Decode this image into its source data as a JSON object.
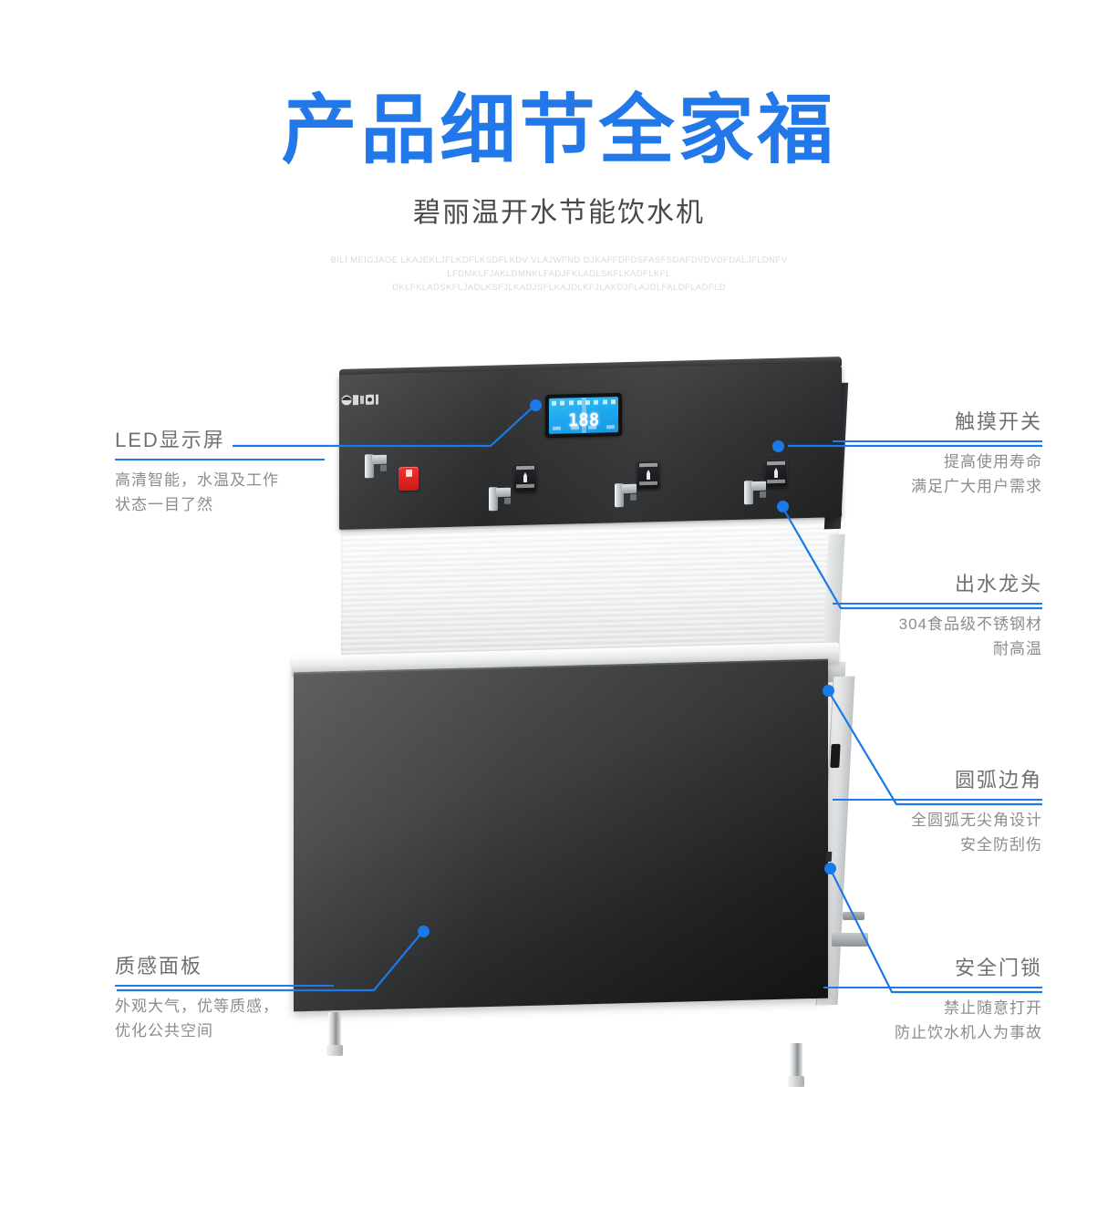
{
  "header": {
    "title": "产品细节全家福",
    "subtitle": "碧丽温开水节能饮水机",
    "latin_lines": [
      "BILI MEIGJAOE LKAJEKLJFLKDFLKSDFLKDV VLAJWFND  DJKAFFDFDSFASFSDAFDVDVDFDALJFLDNFV",
      "LFDMKLFJAKLDMNKLFADJFKLADLSKFLKADFLKFL",
      "DKLFKLADSKFLJADLKSFJLKADJSFLKAJDLKFJLAKDJFLAJDLFALDFLADFLD"
    ]
  },
  "product": {
    "brand_logo": "bili-logo",
    "lcd": {
      "digits": "188",
      "label": "lcd-display"
    },
    "red_button": "hot-water-safety-button",
    "touch_switches": [
      "touch-switch-1",
      "touch-switch-2",
      "touch-switch-3"
    ],
    "faucets": [
      "faucet-1",
      "faucet-2",
      "faucet-3",
      "faucet-4"
    ],
    "legs": [
      "adjustable-leg-left",
      "adjustable-leg-right"
    ]
  },
  "callouts": [
    {
      "id": "led-display",
      "title": "LED显示屏",
      "lines": [
        "高清智能，水温及工作",
        "状态一目了然"
      ]
    },
    {
      "id": "touch-switch",
      "title": "触摸开关",
      "lines": [
        "提高使用寿命",
        "满足广大用户需求"
      ]
    },
    {
      "id": "water-faucet",
      "title": "出水龙头",
      "lines": [
        "304食品级不锈钢材",
        "耐高温"
      ]
    },
    {
      "id": "rounded-corner",
      "title": "圆弧边角",
      "lines": [
        "全圆弧无尖角设计",
        "安全防刮伤"
      ]
    },
    {
      "id": "texture-panel",
      "title": "质感面板",
      "lines": [
        "外观大气，优等质感，",
        "优化公共空间"
      ]
    },
    {
      "id": "safety-door-lock",
      "title": "安全门锁",
      "lines": [
        "禁止随意打开",
        "防止饮水机人为事故"
      ]
    }
  ],
  "colors": {
    "accent_blue": "#2278e8",
    "dot_blue": "#1a7ae8",
    "title_blue": "#2278e8",
    "text_gray": "#8a8d8f",
    "heading_gray": "#6e7173",
    "latin_gray": "#d8dadd"
  }
}
